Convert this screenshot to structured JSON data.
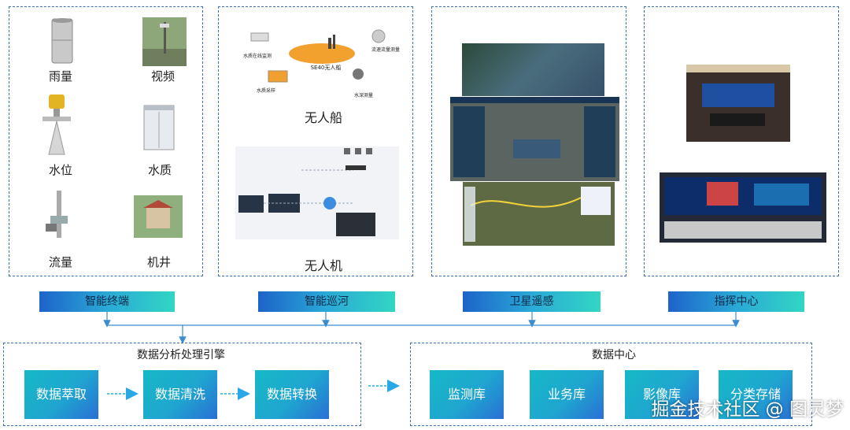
{
  "terminal": {
    "items": [
      {
        "label": "雨量",
        "icon": "rain-gauge-icon"
      },
      {
        "label": "视频",
        "icon": "video-camera-pole-icon"
      },
      {
        "label": "水位",
        "icon": "radar-level-sensor-icon"
      },
      {
        "label": "水质",
        "icon": "water-quality-station-icon"
      },
      {
        "label": "流量",
        "icon": "flow-meter-icon"
      },
      {
        "label": "机井",
        "icon": "well-house-icon"
      }
    ]
  },
  "patrol": {
    "boat_label": "无人船",
    "boat_parts": [
      "水质在线监测",
      "SE40无人船",
      "流速流量测量",
      "水质采样",
      "水深测量"
    ],
    "drone_label": "无人机"
  },
  "tags": [
    "智能终端",
    "智能巡河",
    "卫星遥感",
    "指挥中心"
  ],
  "engine": {
    "title": "数据分析处理引擎",
    "steps": [
      "数据萃取",
      "数据清洗",
      "数据转换"
    ]
  },
  "datacenter": {
    "title": "数据中心",
    "stores": [
      "监测库",
      "业务库",
      "影像库",
      "分类存储"
    ]
  },
  "watermark": "掘金技术社区 @ 图灵梦",
  "colors": {
    "panel_border": "#3b6fb6",
    "arrow": "#3a8ed0",
    "gradient_start": "#1d63c9",
    "gradient_end": "#32d6c4"
  }
}
